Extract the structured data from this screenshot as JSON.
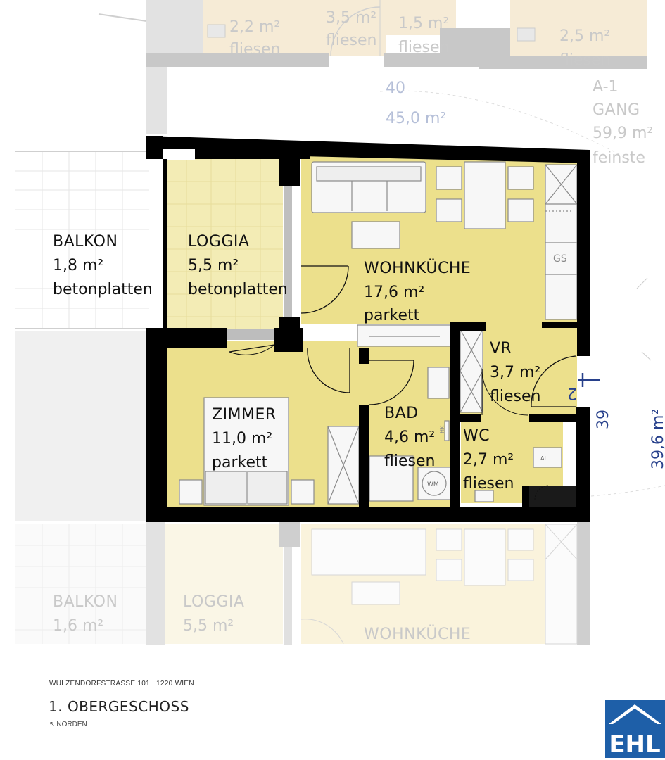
{
  "rooms": {
    "balkon": {
      "name": "BALKON",
      "area": "1,8 m²",
      "floor": "betonplatten"
    },
    "loggia": {
      "name": "LOGGIA",
      "area": "5,5 m²",
      "floor": "betonplatten"
    },
    "wohnkueche": {
      "name": "WOHNKÜCHE",
      "area": "17,6 m²",
      "floor": "parkett"
    },
    "zimmer": {
      "name": "ZIMMER",
      "area": "11,0 m²",
      "floor": "parkett"
    },
    "vr": {
      "name": "VR",
      "area": "3,7 m²",
      "floor": "fliesen"
    },
    "bad": {
      "name": "BAD",
      "area": "4,6 m²",
      "floor": "fliesen"
    },
    "wc": {
      "name": "WC",
      "area": "2,7 m²",
      "floor": "fliesen"
    }
  },
  "neighbors": {
    "top": {
      "area_a": "2,2 m²",
      "floor_a": "fliesen",
      "area_b": "1,5 m²",
      "floor_b": "fliesen",
      "area_c": "2,5 m²",
      "floor_c": "fliesen",
      "partial_c": "3,5 m²",
      "partial_floor_c": "fliesen"
    },
    "unit40": {
      "number": "40",
      "area": "45,0 m²"
    },
    "gang": {
      "code": "A-1",
      "name": "GANG",
      "area": "59,9 m²",
      "floor": "feinste"
    },
    "bottom": {
      "balkon_name": "BALKON",
      "balkon_area": "1,6 m²",
      "loggia_name": "LOGGIA",
      "loggia_area": "5,5 m²",
      "wohnkueche_name": "WOHNKÜCHE"
    }
  },
  "unit": {
    "number": "39",
    "area": "39,6 m²",
    "entrance_marker": "2"
  },
  "fixtures": {
    "wm": "WM",
    "hk": "HK",
    "al": "AL",
    "cooktop": "GS"
  },
  "footer": {
    "address": "WULZENDORFSTRASSE 101 | 1220 WIEN",
    "floor_title": "1. OBERGESCHOSS",
    "north": "NORDEN"
  },
  "logo": {
    "text": "EHL",
    "color": "#1e5fa8"
  },
  "colors": {
    "room_fill": "#ece08c",
    "loggia_fill": "#f3ecb5",
    "wall": "#000000",
    "ghost": "#c9c9c9",
    "dimension": "#27408b"
  }
}
